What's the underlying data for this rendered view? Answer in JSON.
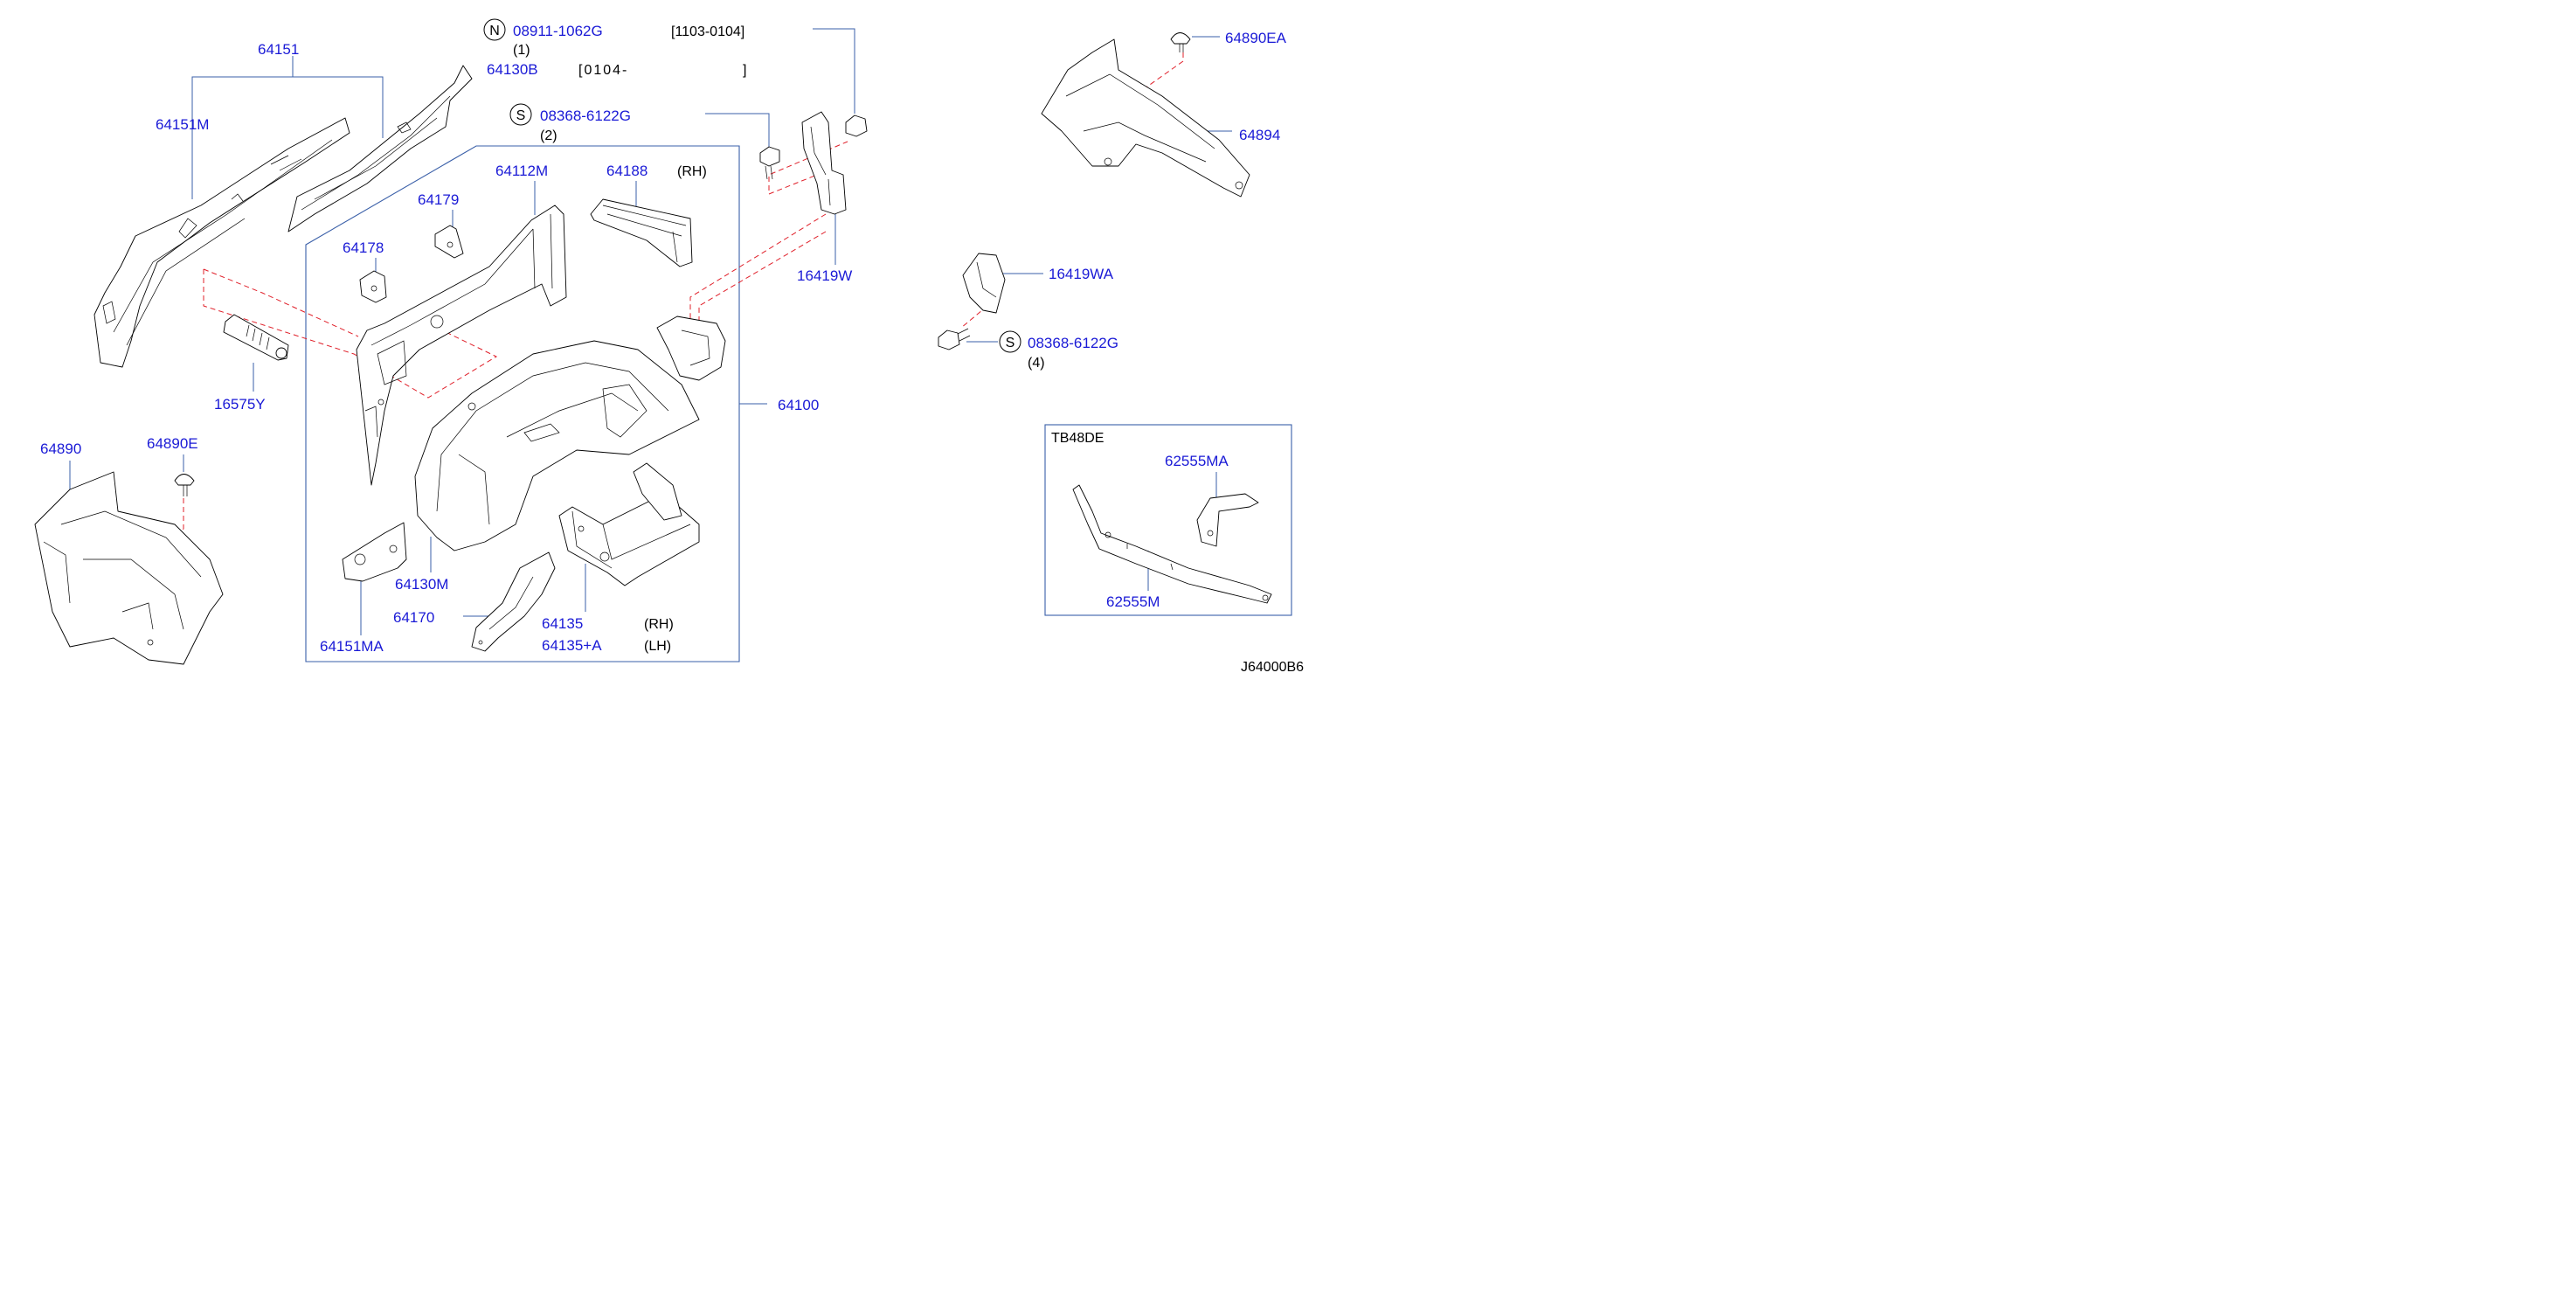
{
  "diagram_code": "J64000B6",
  "part_numbers": {
    "p64151": "64151",
    "p64151M": "64151M",
    "p08911": "08911-1062G",
    "p08911_qty": "(1)",
    "p08911_range": "[1103-0104]",
    "p64130B": "64130B",
    "p64130B_range_start": "[0104-",
    "p64130B_range_end": "]",
    "p08368_a": "08368-6122G",
    "p08368_a_qty": "(2)",
    "p64112M": "64112M",
    "p64188": "64188",
    "p64188_side": "(RH)",
    "p64179": "64179",
    "p64178": "64178",
    "p16575Y": "16575Y",
    "p16419W": "16419W",
    "p64100": "64100",
    "p64890EA": "64890EA",
    "p64894": "64894",
    "p16419WA": "16419WA",
    "p08368_b": "08368-6122G",
    "p08368_b_qty": "(4)",
    "p64890": "64890",
    "p64890E": "64890E",
    "p64130M": "64130M",
    "p64170": "64170",
    "p64135": "64135",
    "p64135_side": "(RH)",
    "p64135A": "64135+A",
    "p64135A_side": "(LH)",
    "p64151MA": "64151MA",
    "tb_title": "TB48DE",
    "p62555MA": "62555MA",
    "p62555M": "62555M"
  },
  "symbols": {
    "nut_symbol": "N",
    "screw_symbol_a": "S",
    "screw_symbol_b": "S"
  },
  "colors": {
    "part_number_text": "#1a1ad6",
    "leader_line": "#3a5fa8",
    "hidden_line": "#e0202a",
    "outline": "#000000"
  }
}
